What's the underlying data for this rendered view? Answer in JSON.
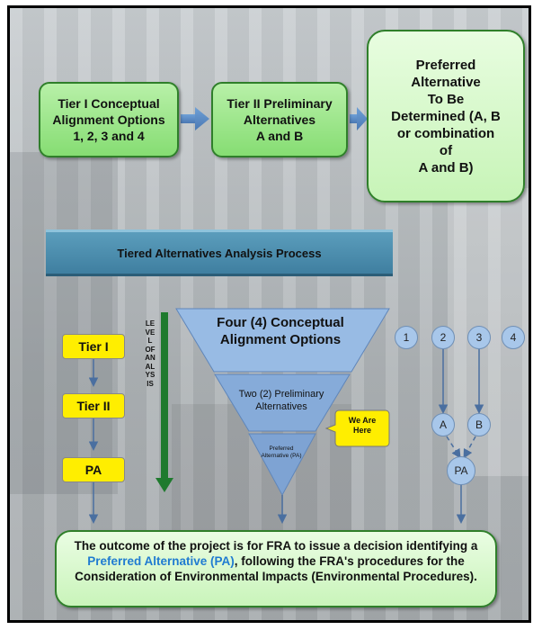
{
  "flow": {
    "tier1": "Tier I Conceptual\nAlignment Options\n1, 2, 3 and 4",
    "tier2": "Tier II Preliminary\nAlternatives\nA and B",
    "preferred": "Preferred\nAlternative\nTo Be\nDetermined (A, B\nor combination\nof\nA and B)"
  },
  "banner": {
    "title": "Tiered Alternatives Analysis Process"
  },
  "tiers": {
    "tier1": "Tier I",
    "tier2": "Tier II",
    "pa": "PA"
  },
  "level_of_analysis": "LEVEL\nOF\nANALYSIS",
  "funnel": {
    "top": "Four (4) Conceptual Alignment Options",
    "middle": "Two (2) Preliminary Alternatives",
    "bottom": "Preferred Alternative (PA)"
  },
  "callout": "We Are\nHere",
  "options": {
    "o1": "1",
    "o2": "2",
    "o3": "3",
    "o4": "4",
    "a": "A",
    "b": "B",
    "pa": "PA"
  },
  "outcome": {
    "line1_pre": "The outcome of the project is for FRA to issue a decision identifying a ",
    "highlight": "Preferred Alternative (PA)",
    "line1_post": ", following the FRA's procedures for the Consideration of Environmental Impacts (Environmental Procedures)."
  },
  "colors": {
    "green_box": "#86dd73",
    "banner": "#4a8aab",
    "tier_yellow": "#ffee00",
    "funnel_blue": "#8fb3e0",
    "arrow_green": "#1f7a2e",
    "highlight_blue": "#1f7bd1"
  }
}
